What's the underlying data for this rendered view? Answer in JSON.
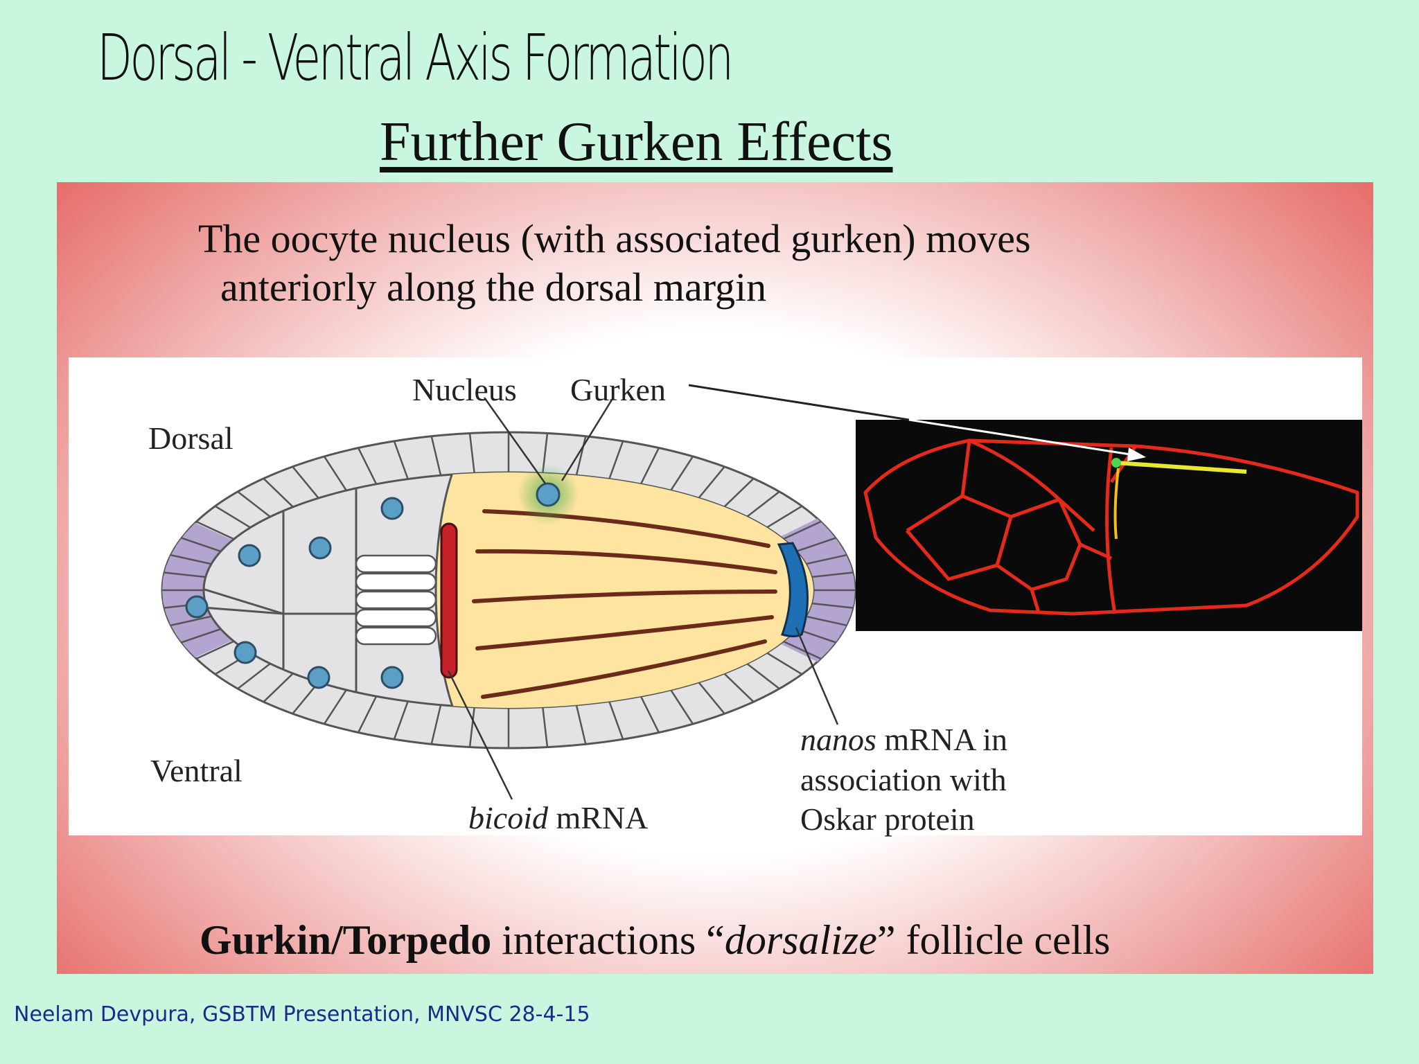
{
  "slide": {
    "title": "Dorsal - Ventral Axis Formation",
    "subtitle": "Further Gurken Effects",
    "intro_line1": "The oocyte nucleus (with associated gurken) moves",
    "intro_line2": "anteriorly along the dorsal margin",
    "conclusion_bold": "Gurkin/Torpedo",
    "conclusion_mid": " interactions “",
    "conclusion_italic": "dorsalize",
    "conclusion_end": "” follicle cells",
    "footer": "Neelam Devpura, GSBTM Presentation, MNVSC 28-4-15"
  },
  "diagram": {
    "label_dorsal": "Dorsal",
    "label_ventral": "Ventral",
    "label_nucleus": "Nucleus",
    "label_gurken": "Gurken",
    "bicoid_italic": "bicoid",
    "bicoid_rest": " mRNA",
    "nanos_italic": "nanos",
    "nanos_rest": " mRNA in",
    "nanos_line2": "association with",
    "nanos_line3": "Oskar protein"
  },
  "colors": {
    "background": "#c9f6df",
    "panel_edge": "#d93a36",
    "oocyte": "#fde4a0",
    "nurse_cells": "#e3e3e6",
    "posterior_follicle": "#b3a4d0",
    "nucleus": "#5b9ec6",
    "bicoid": "#c8202a",
    "nanos": "#1f6fb5",
    "microtubule": "#6b2a1a",
    "micrograph_bg": "#0a0a0a",
    "micrograph_membrane": "#e42a1a",
    "gurken_stain": "#e8e830",
    "footer_text": "#1b2a8c"
  }
}
